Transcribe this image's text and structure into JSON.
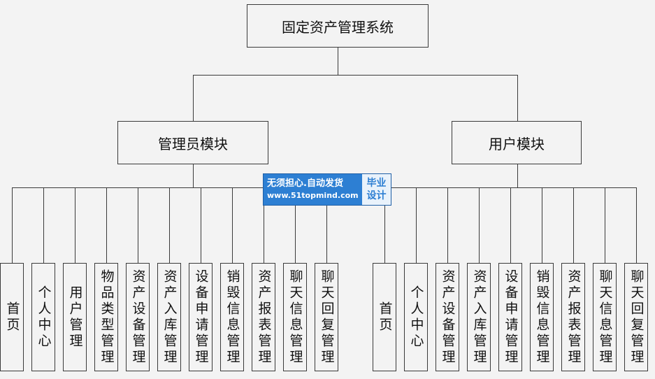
{
  "diagram": {
    "root": {
      "label": "固定资产管理系统"
    },
    "modules": [
      {
        "label": "管理员模块",
        "children": [
          "首页",
          "个人中心",
          "用户管理",
          "物品类型管理",
          "资产设备管理",
          "资产入库管理",
          "设备申请管理",
          "销毁信息管理",
          "资产报表管理",
          "聊天信息管理",
          "聊天回复管理"
        ]
      },
      {
        "label": "用户模块",
        "children": [
          "首页",
          "个人中心",
          "资产设备管理",
          "资产入库管理",
          "设备申请管理",
          "销毁信息管理",
          "资产报表管理",
          "聊天信息管理",
          "聊天回复管理"
        ]
      }
    ]
  },
  "watermark": {
    "slogan": "无须担心.自动发货",
    "url": "www.51topmind.com",
    "badge_line1": "毕业",
    "badge_line2": "设计"
  },
  "colors": {
    "background": "#f3f3f3",
    "border": "#3a3a3a",
    "watermark_blue": "#2d7fd3"
  }
}
